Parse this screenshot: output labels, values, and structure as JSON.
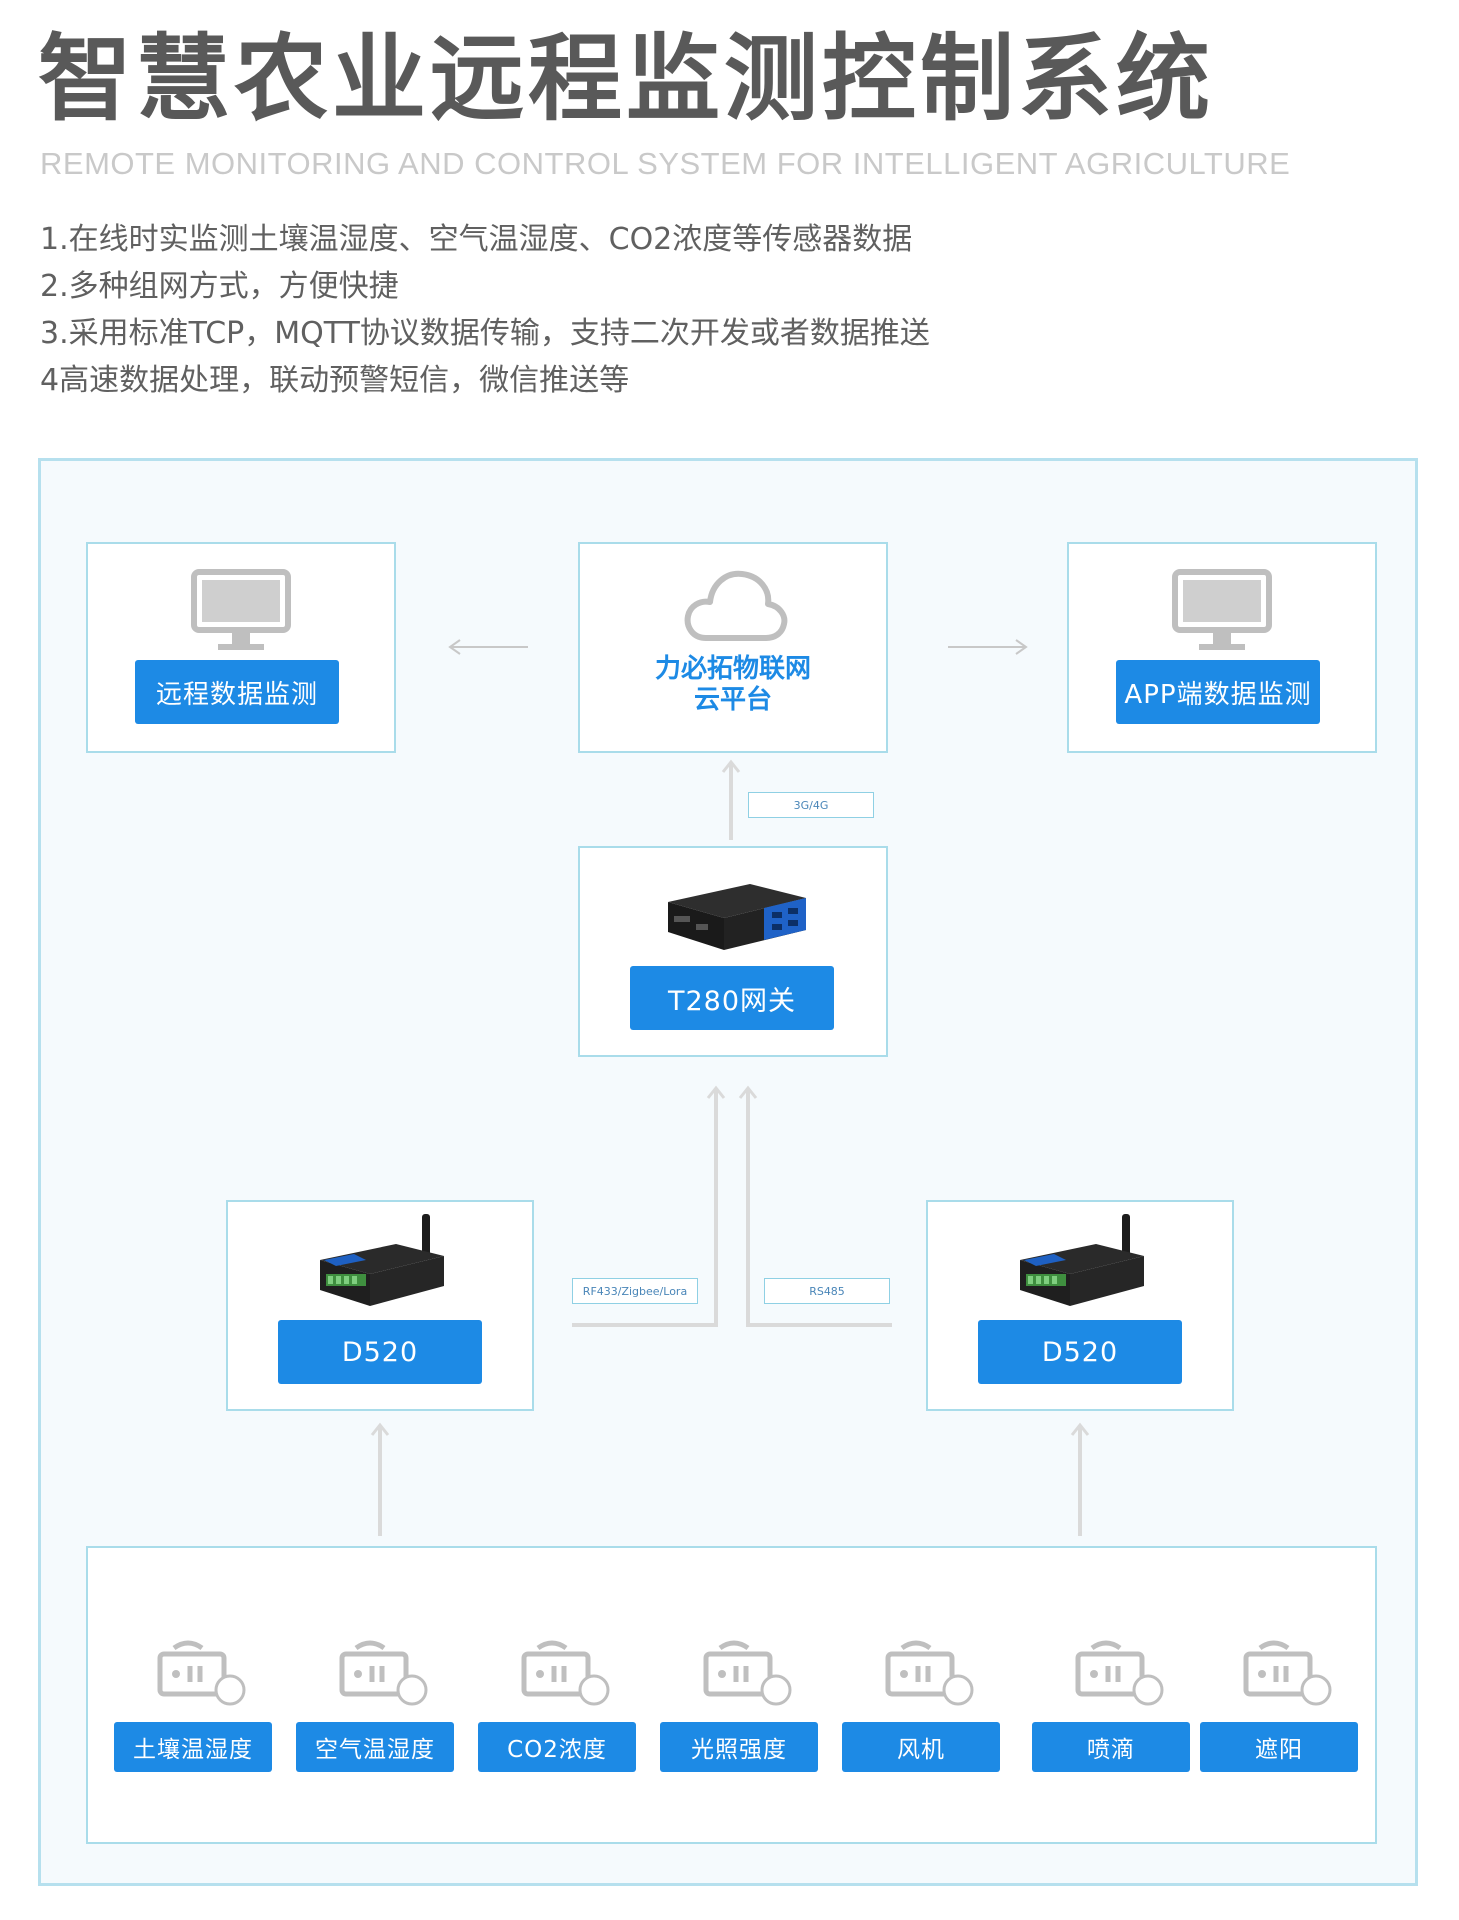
{
  "header": {
    "title": "智慧农业远程监测控制系统",
    "subtitle": "REMOTE MONITORING AND CONTROL SYSTEM FOR INTELLIGENT AGRICULTURE"
  },
  "features": [
    "1.在线时实监测土壤温湿度、空气温湿度、CO2浓度等传感器数据",
    "2.多种组网方式，方便快捷",
    "3.采用标准TCP，MQTT协议数据传输，支持二次开发或者数据推送",
    "4高速数据处理，联动预警短信，微信推送等"
  ],
  "diagram": {
    "remote_monitor": {
      "label": "远程数据监测",
      "icon": "monitor-icon"
    },
    "cloud": {
      "line1": "力必拓物联网",
      "line2": "云平台",
      "icon": "cloud-icon"
    },
    "app_monitor": {
      "label": "APP端数据监测",
      "icon": "monitor-icon"
    },
    "gateway": {
      "label": "T280网关",
      "icon": "gateway-device-icon"
    },
    "link_gateway_cloud": "3G/4G",
    "node_left": {
      "label": "D520",
      "icon": "d520-device-icon"
    },
    "node_right": {
      "label": "D520",
      "icon": "d520-device-icon"
    },
    "link_left": "RF433/Zigbee/Lora",
    "link_right": "RS485",
    "sensors": [
      {
        "label": "土壤温湿度",
        "icon": "soil-sensor-icon"
      },
      {
        "label": "空气温湿度",
        "icon": "air-humidity-sensor-icon"
      },
      {
        "label": "CO2浓度",
        "icon": "co2-sensor-icon"
      },
      {
        "label": "光照强度",
        "icon": "light-sensor-icon"
      },
      {
        "label": "风机",
        "icon": "fan-icon"
      },
      {
        "label": "喷滴",
        "icon": "sprinkler-icon"
      },
      {
        "label": "遮阳",
        "icon": "shade-icon"
      }
    ]
  },
  "colors": {
    "accent": "#1d8ae5",
    "border": "#a9dcea",
    "frame": "#b6e0ee",
    "connector": "#dadada",
    "icon": "#bfbfbf",
    "title": "#595959",
    "subtitle": "#c9c9c9"
  }
}
